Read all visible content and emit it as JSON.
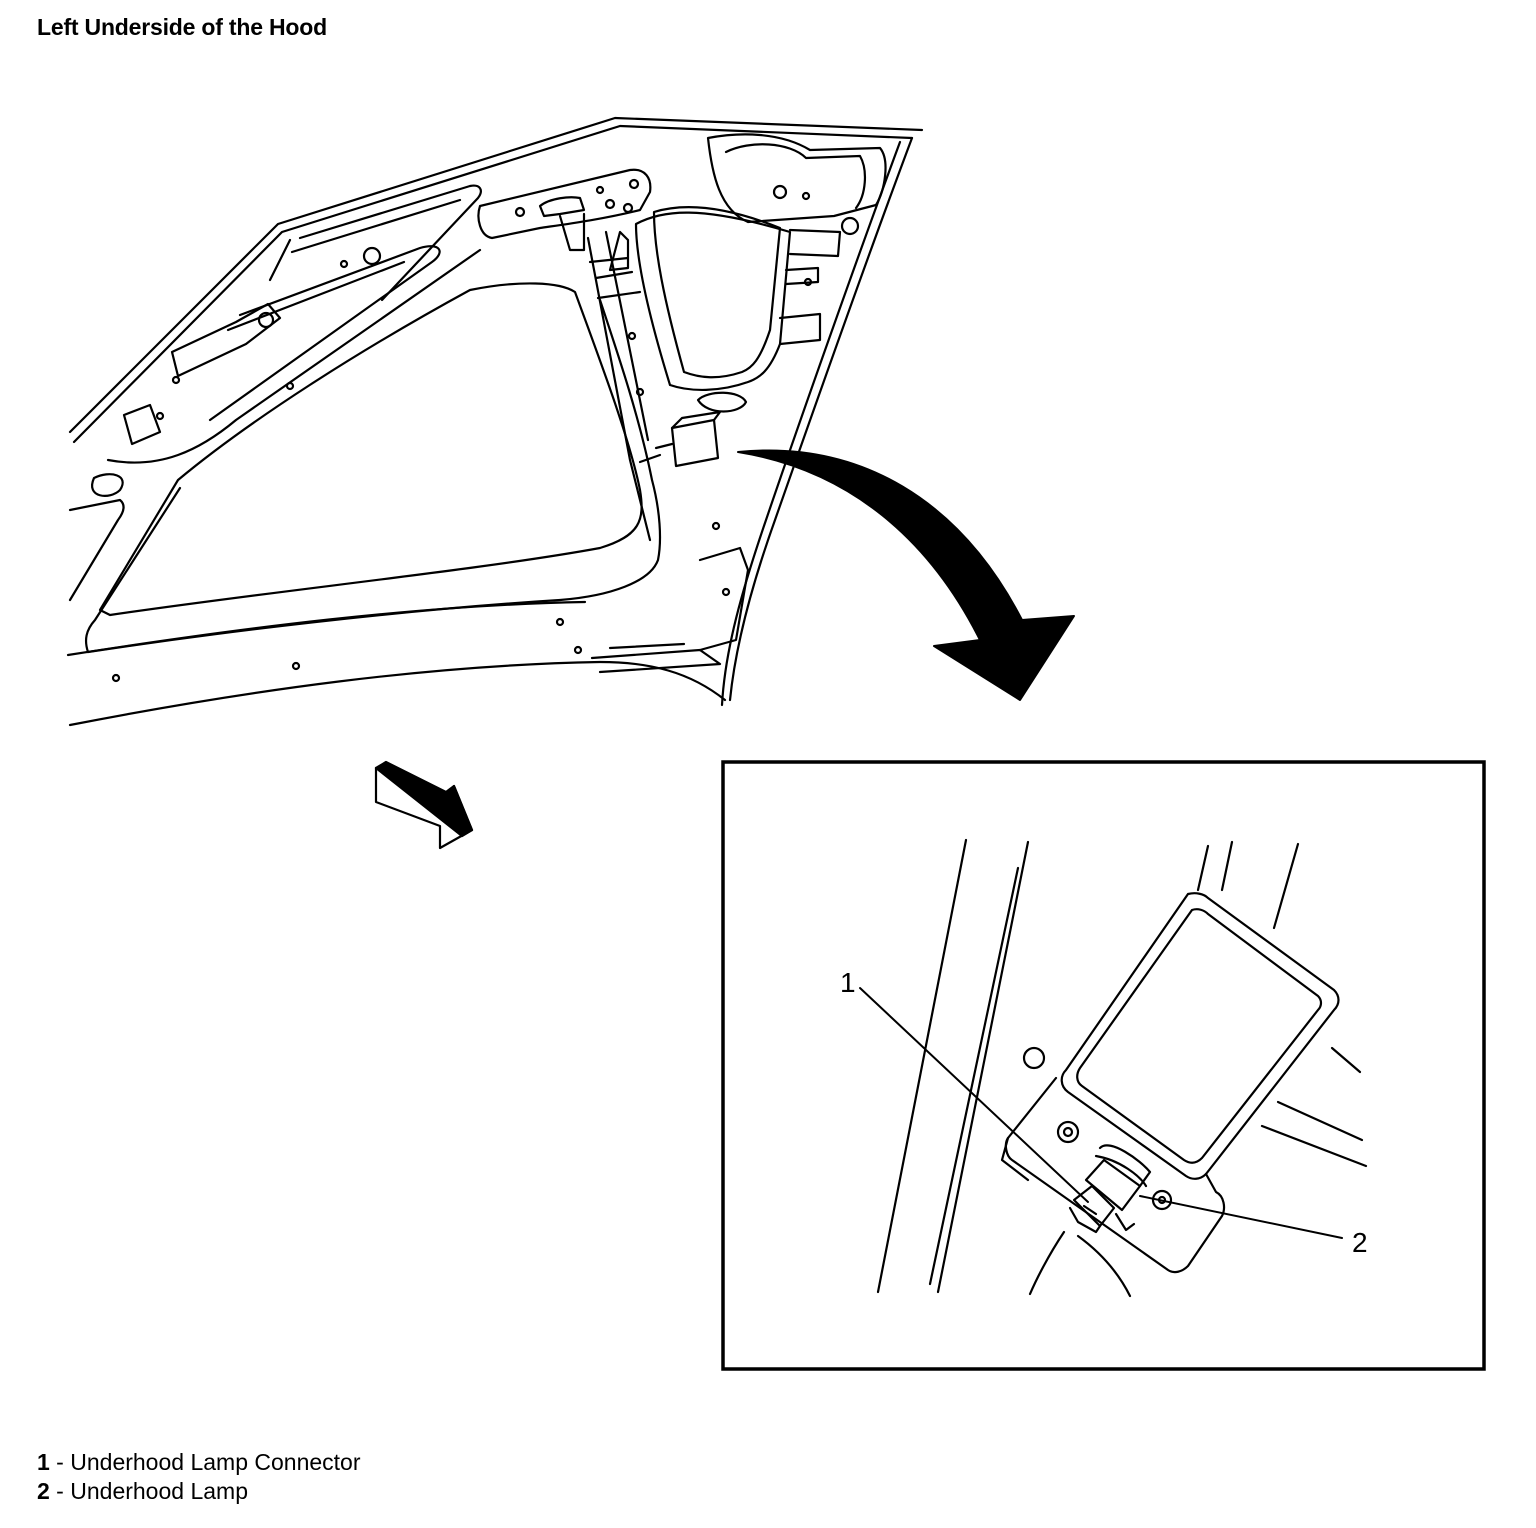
{
  "title": "Left Underside of the Hood",
  "callouts": [
    {
      "number": "1",
      "label": "Underhood Lamp Connector"
    },
    {
      "number": "2",
      "label": "Underhood Lamp"
    }
  ],
  "legend_separator": " - "
}
